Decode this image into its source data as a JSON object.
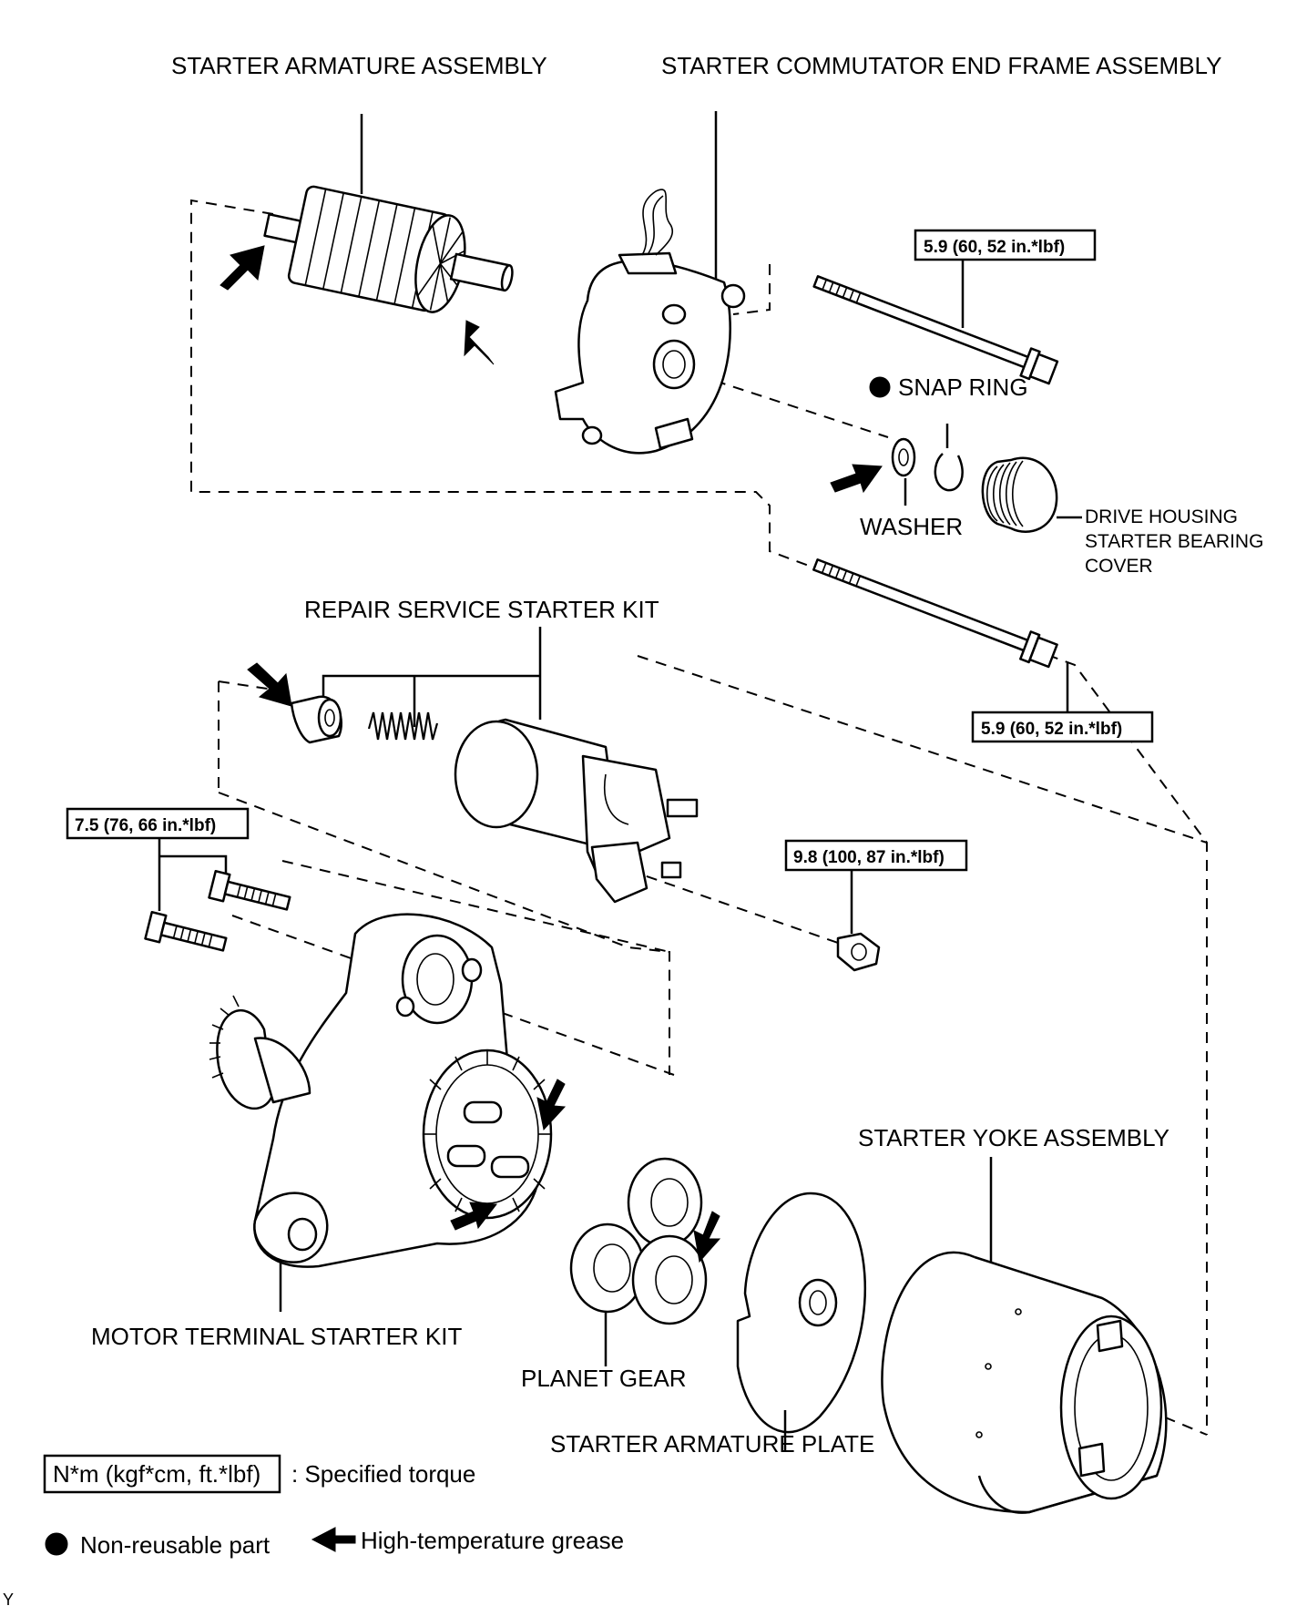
{
  "labels": {
    "starter_armature_assembly": "STARTER ARMATURE ASSEMBLY",
    "starter_commutator_end_frame_assembly": "STARTER COMMUTATOR END FRAME ASSEMBLY",
    "snap_ring": "SNAP RING",
    "washer": "WASHER",
    "drive_housing_line1": "DRIVE HOUSING",
    "drive_housing_line2": "STARTER BEARING",
    "drive_housing_line3": "COVER",
    "repair_service_starter_kit": "REPAIR SERVICE STARTER KIT",
    "starter_yoke_assembly": "STARTER YOKE ASSEMBLY",
    "motor_terminal_starter_kit": "MOTOR TERMINAL STARTER KIT",
    "planet_gear": "PLANET GEAR",
    "starter_armature_plate": "STARTER ARMATURE PLATE"
  },
  "torques": {
    "through_bolt_upper": "5.9 (60, 52 in.*lbf)",
    "through_bolt_lower": "5.9 (60, 52 in.*lbf)",
    "housing_bolts": "7.5 (76, 66 in.*lbf)",
    "terminal_nut": "9.8 (100, 87 in.*lbf)"
  },
  "legend": {
    "torque_box": "N*m (kgf*cm, ft.*lbf)",
    "torque_text": ": Specified torque",
    "non_reusable": "Non-reusable part",
    "grease": "High-temperature grease"
  },
  "corner_mark": "Y"
}
